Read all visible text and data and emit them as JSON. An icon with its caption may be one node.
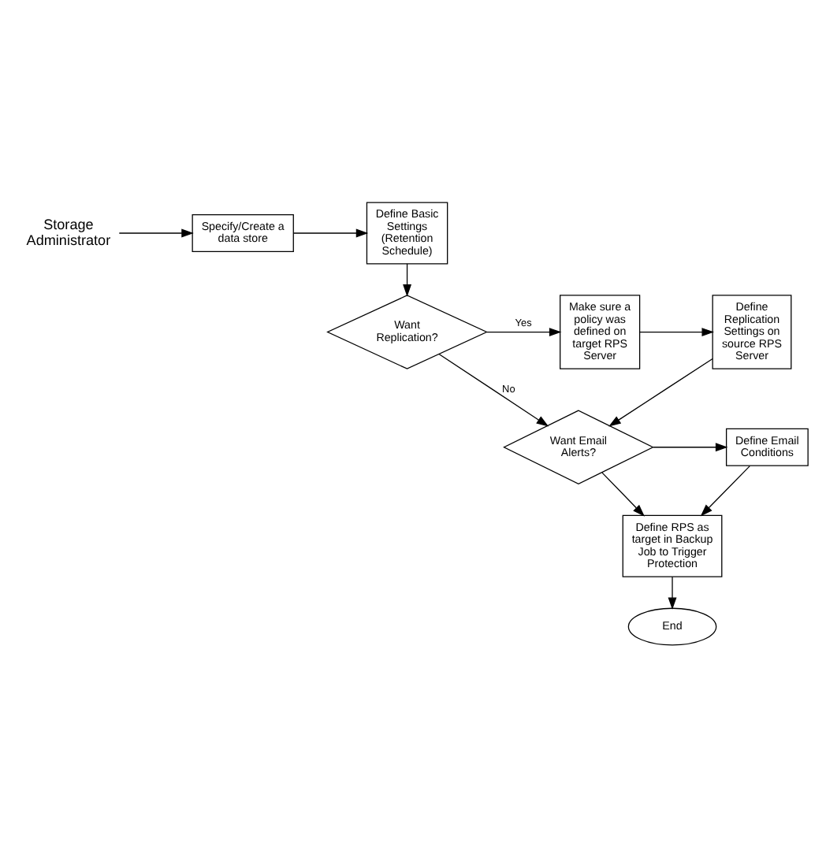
{
  "diagram": {
    "nodes": [
      {
        "text": [
          "Storage Administrator"
        ]
      },
      {
        "text": [
          "Specify/Create a data store"
        ]
      },
      {
        "text": [
          "Define Basic Settings (Retention Schedule)"
        ]
      },
      {
        "text": [
          "Want Replication?"
        ]
      },
      {
        "text": [
          "Make sure a policy was defined on target RPS Server"
        ]
      },
      {
        "text": [
          "Define Replication Settings on source RPS Server"
        ]
      },
      {
        "text": [
          "Want Email Alerts?"
        ]
      },
      {
        "text": [
          "Define Email Conditions"
        ]
      },
      {
        "text": [
          "Define RPS as target in Backup Job to Trigger Protection"
        ]
      },
      {
        "text": [
          "End"
        ]
      }
    ],
    "edges": [
      {
        "from": 0,
        "to": 1,
        "arrow": "to"
      },
      {
        "from": 1,
        "to": 2,
        "arrow": "to"
      },
      {
        "from": 2,
        "to": 3,
        "arrow": "to"
      },
      {
        "from": 3,
        "to": 4,
        "arrow": "to",
        "label": "Yes"
      },
      {
        "from": 4,
        "to": 5,
        "arrow": "to"
      },
      {
        "from": 3,
        "to": 6,
        "arrow": "to",
        "label": "No"
      },
      {
        "from": 5,
        "to": 6,
        "arrow": "to"
      },
      {
        "from": 6,
        "to": 7,
        "arrow": "to"
      },
      {
        "from": 6,
        "to": 8,
        "arrow": "to"
      },
      {
        "from": 7,
        "to": 8,
        "arrow": "to"
      },
      {
        "from": 8,
        "to": 9,
        "arrow": "to"
      }
    ]
  }
}
